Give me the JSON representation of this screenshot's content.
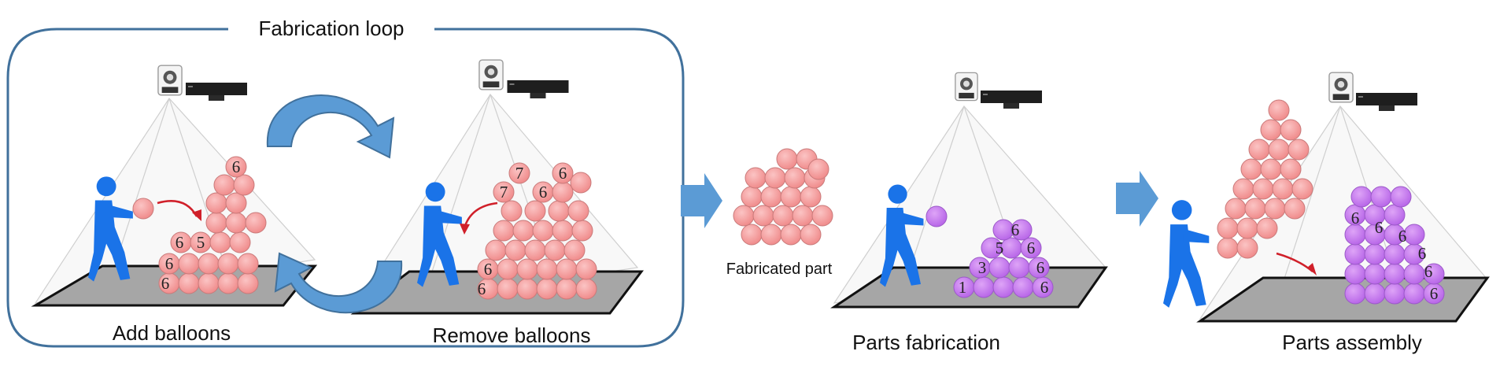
{
  "title": "Fabrication loop",
  "captions": {
    "add": "Add balloons",
    "remove": "Remove balloons",
    "fabricated": "Fabricated part",
    "parts_fabrication": "Parts fabrication",
    "parts_assembly": "Parts assembly"
  },
  "labels": {
    "add": [
      "6",
      "6",
      "5",
      "6",
      "6"
    ],
    "remove": [
      "7",
      "7",
      "6",
      "6",
      "6",
      "6"
    ],
    "fabrication": [
      "6",
      "5",
      "6",
      "3",
      "6",
      "1",
      "6"
    ],
    "assembly": [
      "6",
      "6",
      "6",
      "6",
      "6",
      "6"
    ]
  },
  "colors": {
    "frame": "#41719c",
    "loop_arrow": "#5b9bd5",
    "person": "#1a73e8",
    "pink_balloon": "#f4a0a0",
    "purple_balloon": "#c77df0",
    "floor": "#a6a6a6",
    "throw_arrow": "#d0202a"
  },
  "icons": [
    "projector-icon",
    "depth-camera-icon",
    "person-icon",
    "balloon-icon",
    "cycle-arrow-icon",
    "flow-arrow-icon"
  ]
}
